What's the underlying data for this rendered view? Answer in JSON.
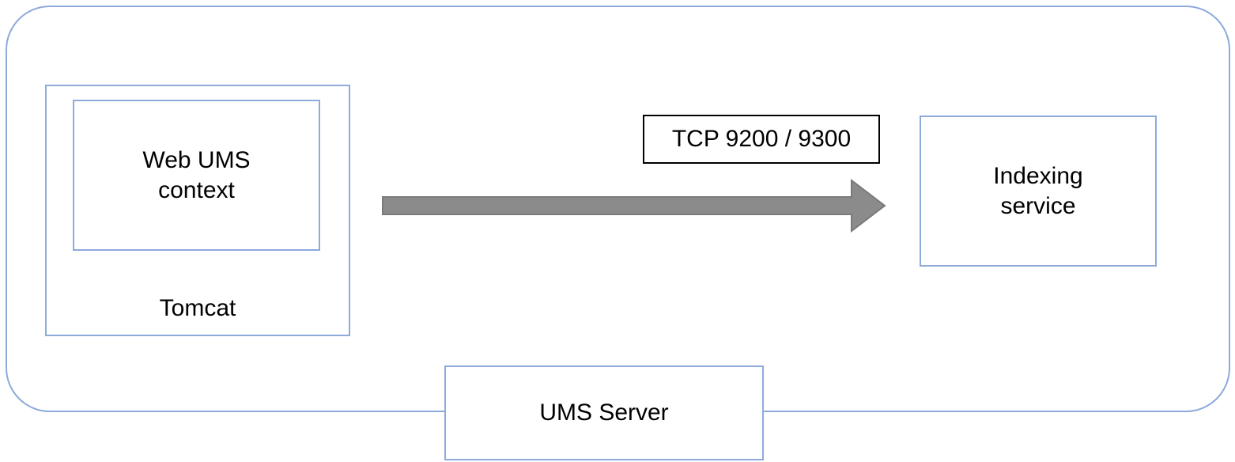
{
  "diagram": {
    "nodes": {
      "ums_server": {
        "label": "UMS Server"
      },
      "tomcat": {
        "label": "Tomcat"
      },
      "web_ums_context": {
        "label": "Web UMS\ncontext"
      },
      "indexing_service": {
        "label": "Indexing\nservice"
      }
    },
    "connection": {
      "label": "TCP 9200 / 9300",
      "direction": "left-to-right"
    },
    "colors": {
      "box_border_blue": "#8EAADB",
      "connection_label_border": "#000000",
      "arrow_fill": "#8B8B8B",
      "arrow_outline": "#7A7A7A",
      "text": "#000000",
      "background": "#FFFFFF"
    }
  }
}
